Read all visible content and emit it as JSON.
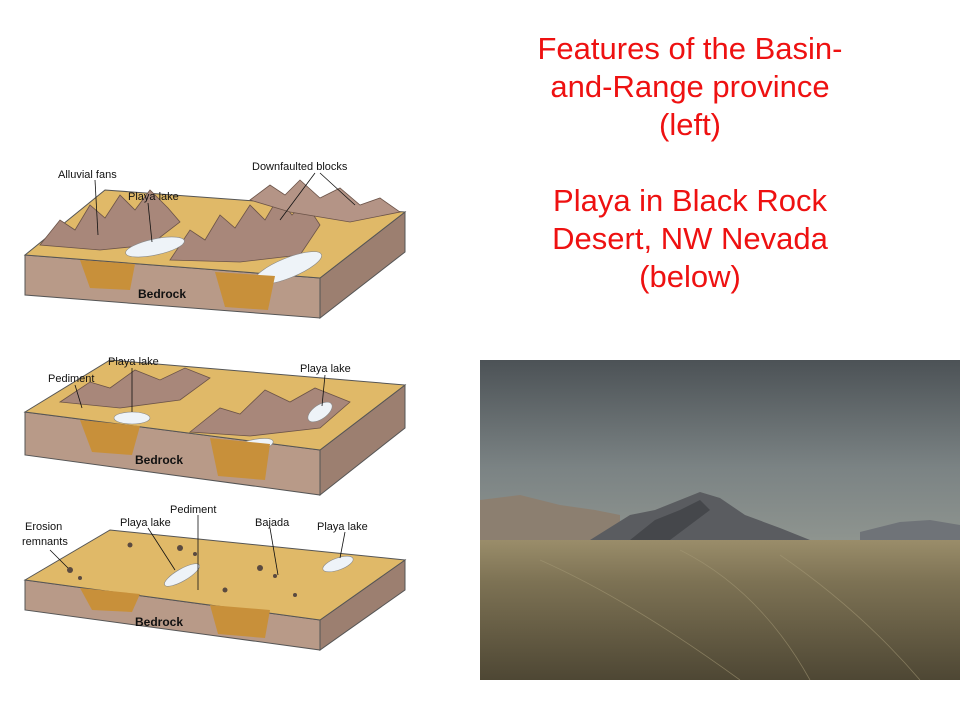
{
  "slide": {
    "title_lines": [
      "Features of the Basin-",
      "and-Range province",
      "(left)"
    ],
    "subtitle_lines": [
      "Playa in Black Rock",
      "Desert, NW Nevada",
      "(below)"
    ],
    "text_color": "#ee1111"
  },
  "diagram": {
    "stage1": {
      "alluvial_fans": "Alluvial fans",
      "playa_lake": "Playa lake",
      "downfaulted_blocks": "Downfaulted blocks",
      "bedrock": "Bedrock"
    },
    "stage2": {
      "playa_lake_left": "Playa lake",
      "playa_lake_right": "Playa lake",
      "pediment": "Pediment",
      "bedrock": "Bedrock"
    },
    "stage3": {
      "erosion": "Erosion",
      "remnants": "remnants",
      "playa_lake_left": "Playa lake",
      "pediment": "Pediment",
      "bajada": "Bajada",
      "playa_lake_right": "Playa lake",
      "bedrock": "Bedrock"
    },
    "colors": {
      "sediment": "#e0b968",
      "rock": "#a8877a",
      "lake": "#eef3f8",
      "basin_fill": "#c8903a"
    }
  },
  "photo": {
    "subject": "Black Rock Desert playa"
  }
}
